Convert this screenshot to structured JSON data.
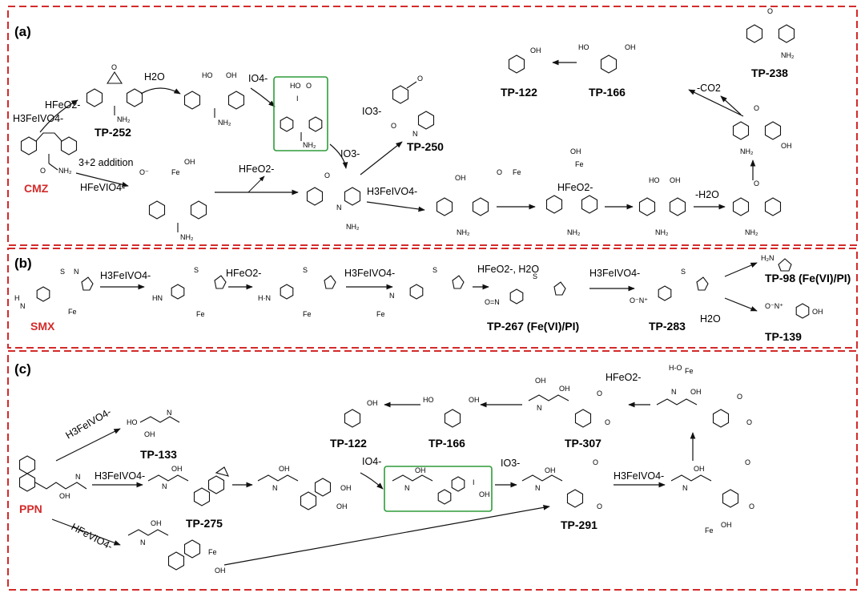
{
  "panels": {
    "a": "(a)",
    "b": "(b)",
    "c": "(c)"
  },
  "parents": {
    "cmz": "CMZ",
    "smx": "SMX",
    "ppn": "PPN"
  },
  "products": {
    "a_tp252": "TP-252",
    "a_tp250": "TP-250",
    "a_tp122": "TP-122",
    "a_tp166": "TP-166",
    "a_tp238": "TP-238",
    "b_tp267": "TP-267 (Fe(VI)/PI)",
    "b_tp283": "TP-283",
    "b_tp98": "TP-98 (Fe(VI)/PI)",
    "b_tp139": "TP-139",
    "c_tp133": "TP-133",
    "c_tp122": "TP-122",
    "c_tp166": "TP-166",
    "c_tp307": "TP-307",
    "c_tp275": "TP-275",
    "c_tp291": "TP-291"
  },
  "reagents": {
    "h3fe_a": "H3FeIVO4-",
    "hfeo2_a1": "HFeO2-",
    "h2o_a": "H2O",
    "io4_a": "IO4-",
    "io3_a1": "IO3-",
    "io3_a2": "IO3-",
    "addition": "3+2 addition",
    "hfe_a": "HFeVIO4-",
    "hfeo2_a2": "HFeO2-",
    "h3fe_a2": "H3FeIVO4-",
    "hfeo2_a3": "HFeO2-",
    "minus_h2o": "-H2O",
    "minus_co2": "-CO2",
    "h3fe_b1": "H3FeIVO4-",
    "hfeo2_b": "HFeO2-",
    "h3fe_b2": "H3FeIVO4-",
    "hfeo2_h2o_b": "HFeO2-, H2O",
    "h3fe_b3": "H3FeIVO4-",
    "h2o_b": "H2O",
    "h3fe_c1": "H3FeIVO4-",
    "h3fe_c2": "H3FeIVO4-",
    "hfe_c": "HFeVIO4-",
    "io4_c": "IO4-",
    "io3_c": "IO3-",
    "hfeo2_c": "HFeO2-",
    "h3fe_c3": "H3FeIVO4-"
  },
  "colors": {
    "frame": "#d42a2a",
    "highlight_box": "#2e9c3a",
    "parent_label": "#d42a2a"
  }
}
